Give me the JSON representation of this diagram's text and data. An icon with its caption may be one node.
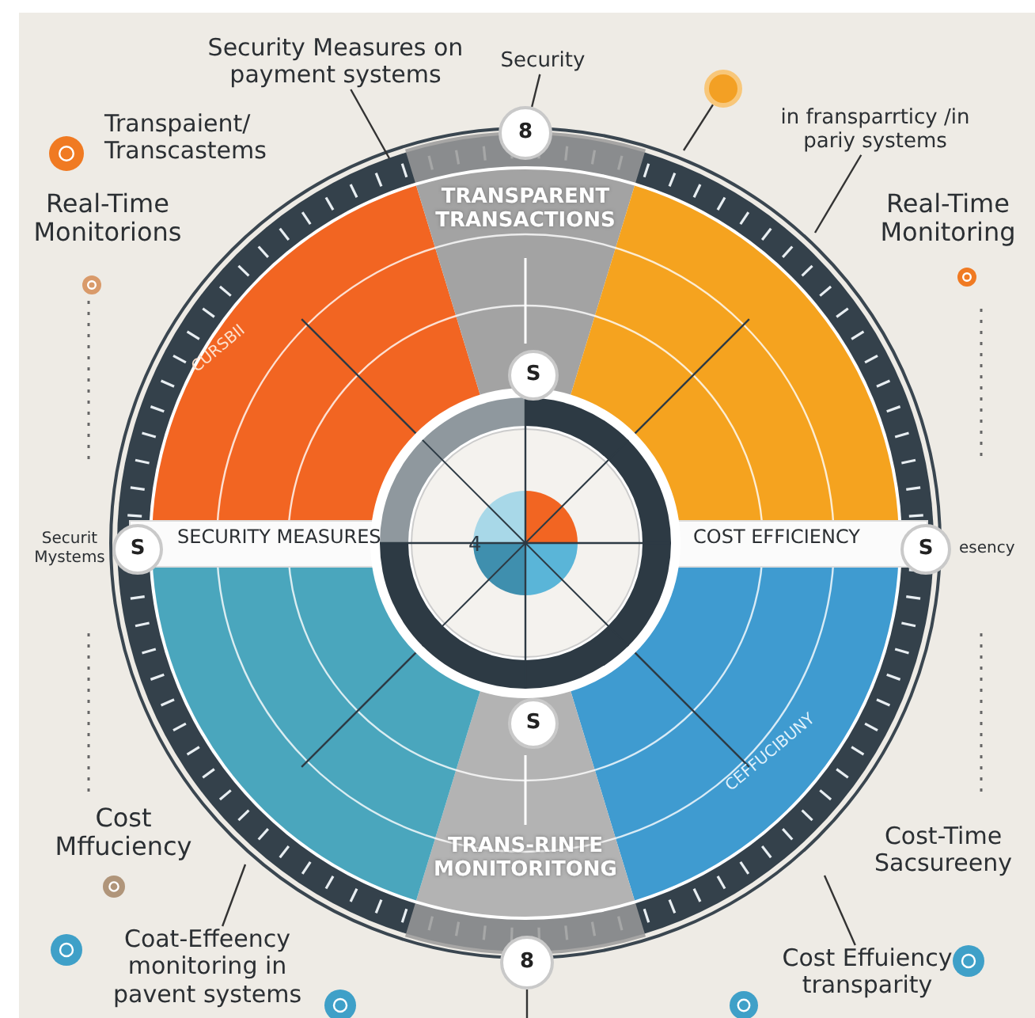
{
  "diagram": {
    "nodes": [
      {
        "text": [
          "Security Measures on payment systems"
        ]
      },
      {
        "text": [
          "Security"
        ]
      },
      {
        "text": [
          "8"
        ]
      },
      {
        "text": [
          "Transpaient/ Transcastems"
        ]
      },
      {
        "text": [
          "Real-Time Monitorions"
        ]
      },
      {
        "text": [
          "in fransparrticy /in pariy systems"
        ]
      },
      {
        "text": [
          "Real-Time Monitoring"
        ]
      },
      {
        "text": [
          "TRANSPARENT TRANSACTIONS"
        ]
      },
      {
        "text": [
          "S"
        ]
      },
      {
        "text": [
          "Securit Mystems"
        ]
      },
      {
        "text": [
          "S"
        ]
      },
      {
        "text": [
          "SECURITY MEASURES"
        ]
      },
      {
        "text": [
          "COST EFFICIENCY"
        ]
      },
      {
        "text": [
          "S"
        ]
      },
      {
        "text": [
          "esency"
        ]
      },
      {
        "text": [
          "S"
        ]
      },
      {
        "text": [
          "TRANS-RINTE MONITORITONG"
        ]
      },
      {
        "text": [
          "Cost Mffuciency"
        ]
      },
      {
        "text": [
          "Cost-Time Sacsureeny"
        ]
      },
      {
        "text": [
          "8"
        ]
      },
      {
        "text": [
          "Coat-Effeency monitoring in pavent systems"
        ]
      },
      {
        "text": [
          "Cost Effuiency transparity"
        ]
      },
      {
        "text": [],
        "shape": "circle"
      }
    ],
    "edges": [
      {
        "from": 0,
        "to": null,
        "arrow": "none"
      },
      {
        "from": 1,
        "to": 2,
        "arrow": "none"
      },
      {
        "from": 5,
        "to": null,
        "arrow": "none"
      },
      {
        "from": 20,
        "to": null,
        "arrow": "none"
      },
      {
        "from": 21,
        "to": null,
        "arrow": "none"
      },
      {
        "from": 19,
        "to": null,
        "arrow": "none"
      },
      {
        "from": 22,
        "to": null,
        "arrow": "none"
      }
    ],
    "labels": [
      "CURSBII",
      "4",
      "CEFFUCIBUNY"
    ]
  }
}
